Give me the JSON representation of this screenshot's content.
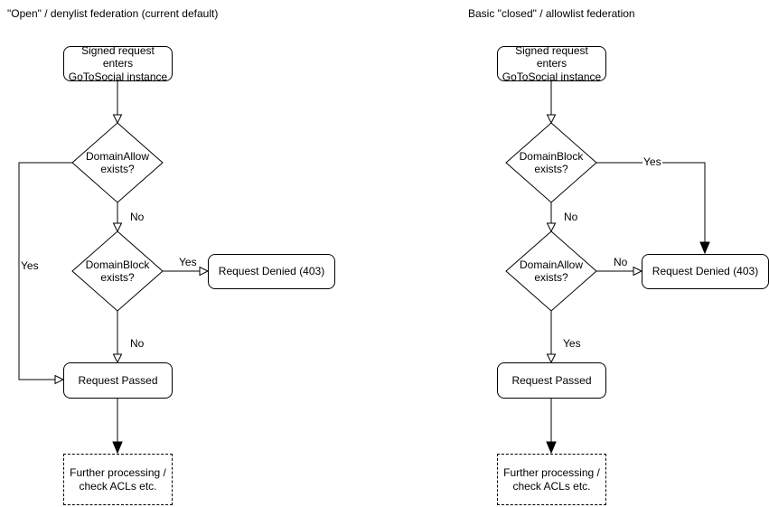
{
  "colors": {
    "stroke": "#000000",
    "shape_fill": "#ffffff",
    "text": "#000000",
    "background": "#ffffff"
  },
  "charts": [
    {
      "id": "open-denylist",
      "title": "\"Open\" / denylist federation (current default)",
      "nodes": {
        "start": "Signed request enters\nGoToSocial instance",
        "decision1": "DomainAllow\nexists?",
        "decision2": "DomainBlock\nexists?",
        "denied": "Request Denied (403)",
        "passed": "Request Passed",
        "further": "Further processing /\ncheck ACLs etc."
      },
      "labels": {
        "d1_no": "No",
        "d1_yes": "Yes",
        "d2_yes": "Yes",
        "d2_no": "No"
      }
    },
    {
      "id": "closed-allowlist",
      "title": "Basic \"closed\" / allowlist federation",
      "nodes": {
        "start": "Signed request enters\nGoToSocial instance",
        "decision1": "DomainBlock\nexists?",
        "decision2": "DomainAllow\nexists?",
        "denied": "Request Denied (403)",
        "passed": "Request Passed",
        "further": "Further processing /\ncheck ACLs etc."
      },
      "labels": {
        "d1_no": "No",
        "d1_yes": "Yes",
        "d2_no": "No",
        "d2_yes": "Yes"
      }
    }
  ]
}
